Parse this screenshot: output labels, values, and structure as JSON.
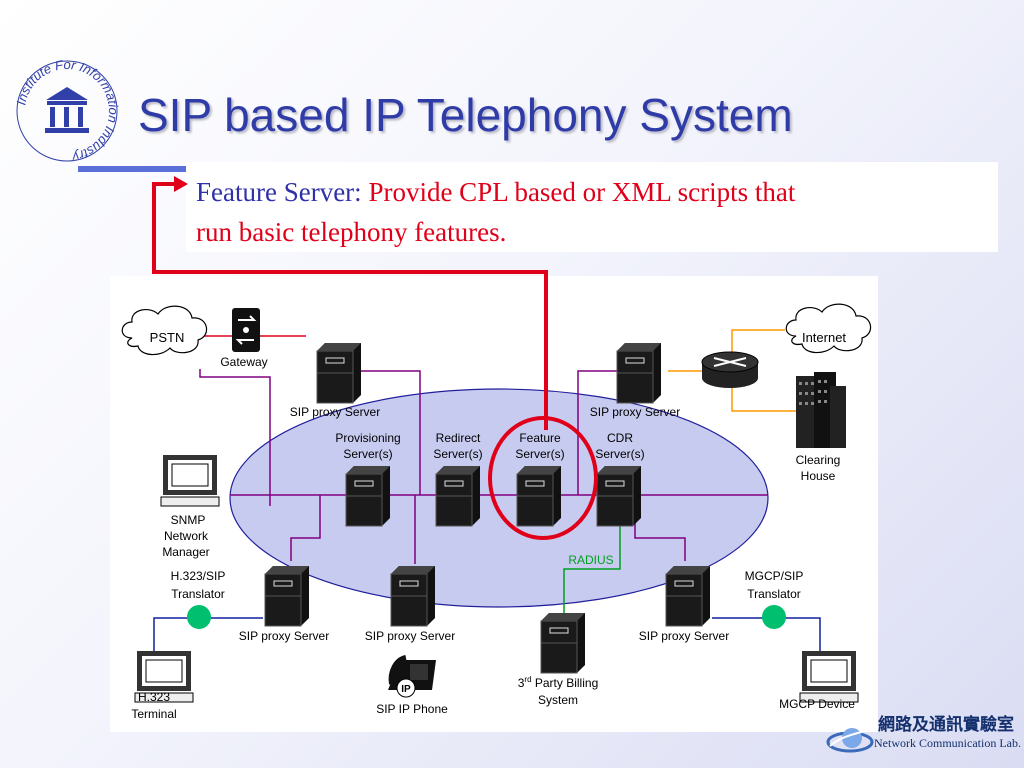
{
  "slide": {
    "title": "SIP based IP Telephony System",
    "logo_text": "Institute For Information Industry",
    "logo_mark": "III"
  },
  "callout": {
    "label": "Feature Server:",
    "description_line1": " Provide CPL based or XML scripts that",
    "description_line2": "run basic telephony features."
  },
  "diagram": {
    "clouds": {
      "pstn": "PSTN",
      "internet": "Internet"
    },
    "gateway": "Gateway",
    "proxy_top_left": "SIP proxy Server",
    "proxy_top_right": "SIP proxy Server",
    "provisioning": [
      "Provisioning",
      "Server(s)"
    ],
    "redirect": [
      "Redirect",
      "Server(s)"
    ],
    "feature": [
      "Feature",
      "Server(s)"
    ],
    "cdr": [
      "CDR",
      "Server(s)"
    ],
    "snmp": [
      "SNMP",
      "Network",
      "Manager"
    ],
    "clearing_house": [
      "Clearing",
      "House"
    ],
    "h323_translator": [
      "H.323/SIP",
      "Translator"
    ],
    "mgcp_translator": [
      "MGCP/SIP",
      "Translator"
    ],
    "radius": "RADIUS",
    "proxy_bottom_1": "SIP proxy Server",
    "proxy_bottom_2": "SIP proxy Server",
    "proxy_bottom_3": "SIP proxy Server",
    "h323_terminal": [
      "H.323",
      "Terminal"
    ],
    "sip_phone": "SIP IP Phone",
    "phone_badge": "IP",
    "billing_prefix": "3",
    "billing_sup": "rd",
    "billing_line1_rest": " Party Billing",
    "billing_line2": "System",
    "mgcp_device": "MGCP Device"
  },
  "footer": {
    "lab_name_cn": "網路及通訊實驗室",
    "lab_name_en": "Network Communication Lab."
  },
  "colors": {
    "title": "#2f3ca8",
    "callout_label": "#3030a8",
    "callout_text": "#e0001a",
    "ellipse_fill": "#c8cbf0",
    "purple_line": "#800080",
    "red_line": "#e0001a",
    "orange_line": "#ff9900",
    "blue_line": "#1020a0",
    "green_line": "#00a020",
    "translator_dot": "#00c070"
  }
}
